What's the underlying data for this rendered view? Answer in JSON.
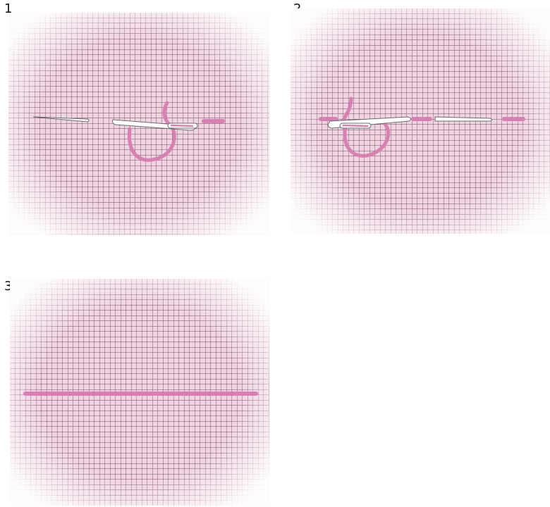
{
  "steps": [
    {
      "number": "1",
      "description": ""
    },
    {
      "number": "2",
      "description": ""
    },
    {
      "number": "3",
      "description": ""
    }
  ],
  "colors": {
    "fabric_base": "#efd4e2",
    "fabric_grid": "#7a4a60",
    "thread": "#d97fb1",
    "thread_dark": "#b8558e",
    "needle": "#ffffff",
    "needle_outline": "#6b6b6b"
  },
  "icons": {
    "needle": "needle-icon",
    "thread": "thread-strand"
  }
}
